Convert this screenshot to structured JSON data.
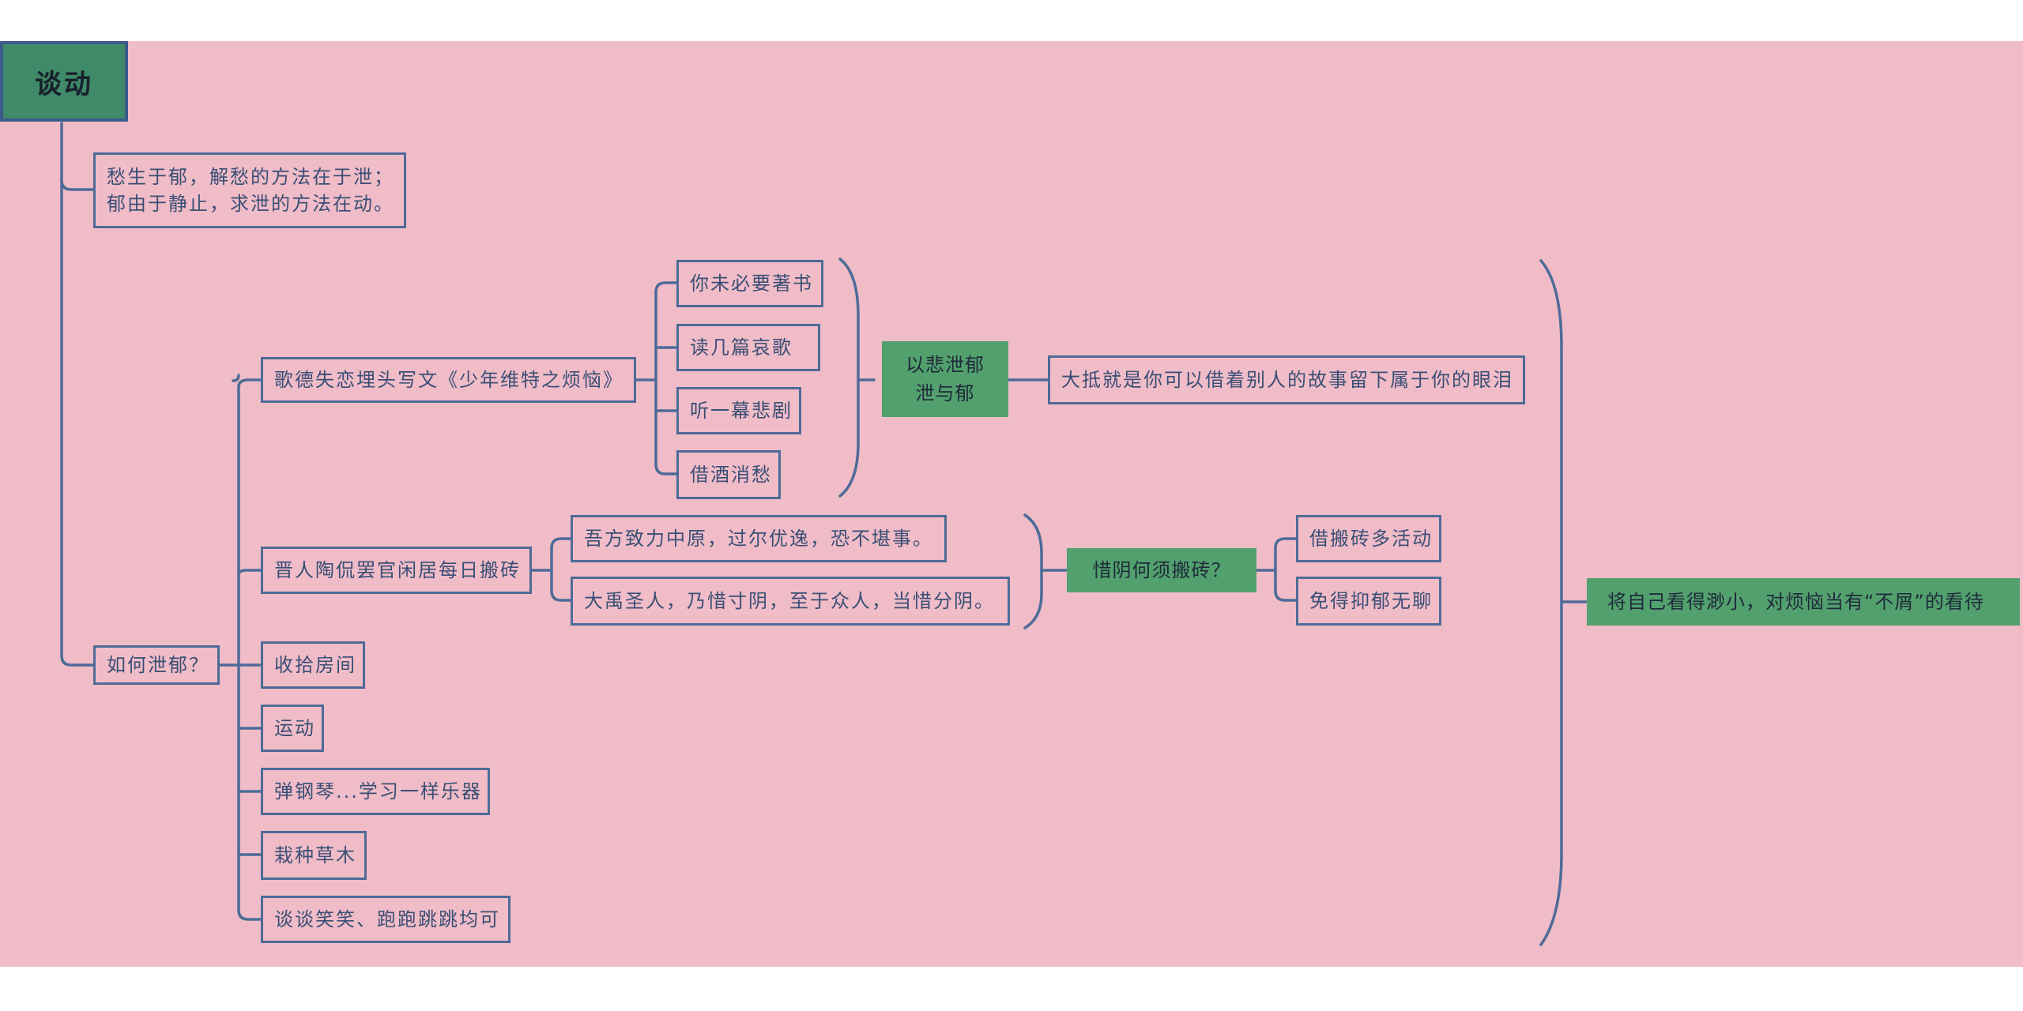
{
  "colors": {
    "background": "#f0bcc8",
    "line": "#4e6b98",
    "highlight": "#52a06e",
    "root": "#3f8a68",
    "text": "#3a4f75"
  },
  "root": {
    "label": "谈动"
  },
  "intro": {
    "line1": "愁生于郁，解愁的方法在于泄；",
    "line2": "郁由于静止，求泄的方法在动。"
  },
  "how": {
    "label": "如何泄郁？"
  },
  "goethe": {
    "label": "歌德失恋埋头写文《少年维特之烦恼》",
    "items": [
      "你未必要著书",
      "读几篇哀歌",
      "听一幕悲剧",
      "借酒消愁"
    ],
    "summary_line1": "以悲泄郁",
    "summary_line2": "泄与郁",
    "conclusion": "大抵就是你可以借着别人的故事留下属于你的眼泪"
  },
  "taokan": {
    "label": "晋人陶侃罢官闲居每日搬砖",
    "quote1": "吾方致力中原，过尔优逸，恐不堪事。",
    "quote2": "大禹圣人，乃惜寸阴，至于众人，当惜分阴。",
    "question": "惜阴何须搬砖？",
    "answer1": "借搬砖多活动",
    "answer2": "免得抑郁无聊"
  },
  "others": [
    "收拾房间",
    "运动",
    "弹钢琴...学习一样乐器",
    "栽种草木",
    "谈谈笑笑、跑跑跳跳均可"
  ],
  "final": {
    "label": "将自己看得渺小，对烦恼当有“不屑”的看待"
  }
}
